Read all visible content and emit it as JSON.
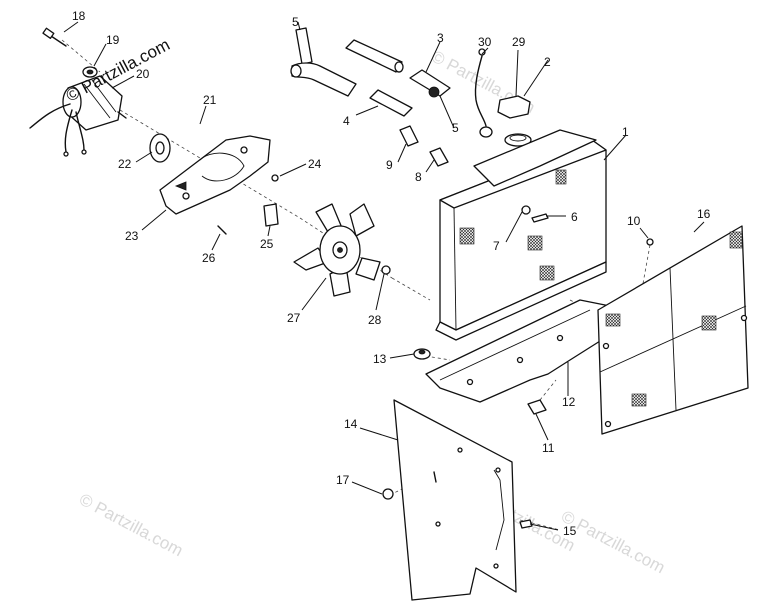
{
  "watermark": {
    "primary": "© Partzilla.com",
    "faint": "© Partzilla.com"
  },
  "callouts": [
    {
      "id": "c1",
      "label": "1"
    },
    {
      "id": "c2",
      "label": "2"
    },
    {
      "id": "c3",
      "label": "3"
    },
    {
      "id": "c4",
      "label": "4"
    },
    {
      "id": "c5a",
      "label": "5"
    },
    {
      "id": "c5b",
      "label": "5"
    },
    {
      "id": "c6",
      "label": "6"
    },
    {
      "id": "c7",
      "label": "7"
    },
    {
      "id": "c8",
      "label": "8"
    },
    {
      "id": "c9",
      "label": "9"
    },
    {
      "id": "c10",
      "label": "10"
    },
    {
      "id": "c11",
      "label": "11"
    },
    {
      "id": "c12",
      "label": "12"
    },
    {
      "id": "c13",
      "label": "13"
    },
    {
      "id": "c14",
      "label": "14"
    },
    {
      "id": "c15",
      "label": "15"
    },
    {
      "id": "c16",
      "label": "16"
    },
    {
      "id": "c17",
      "label": "17"
    },
    {
      "id": "c18",
      "label": "18"
    },
    {
      "id": "c19",
      "label": "19"
    },
    {
      "id": "c20",
      "label": "20"
    },
    {
      "id": "c21",
      "label": "21"
    },
    {
      "id": "c22",
      "label": "22"
    },
    {
      "id": "c23",
      "label": "23"
    },
    {
      "id": "c24",
      "label": "24"
    },
    {
      "id": "c25",
      "label": "25"
    },
    {
      "id": "c26",
      "label": "26"
    },
    {
      "id": "c27",
      "label": "27"
    },
    {
      "id": "c28",
      "label": "28"
    },
    {
      "id": "c29",
      "label": "29"
    },
    {
      "id": "c30",
      "label": "30"
    }
  ]
}
